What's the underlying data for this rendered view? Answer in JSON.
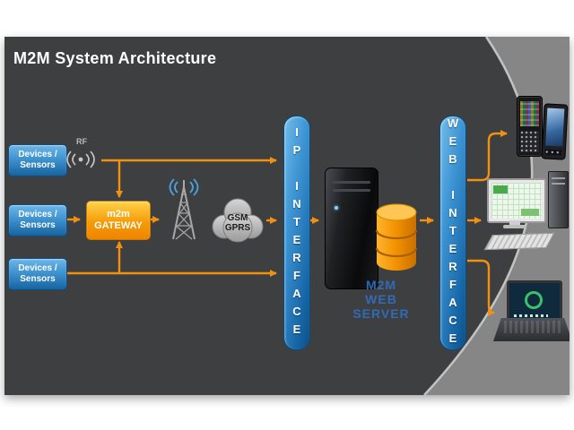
{
  "title": "M2M System Architecture",
  "device_boxes": [
    {
      "line1": "Devices /",
      "line2": "Sensors"
    },
    {
      "line1": "Devices /",
      "line2": "Sensors"
    },
    {
      "line1": "Devices /",
      "line2": "Sensors"
    }
  ],
  "rf": {
    "label": "RF"
  },
  "gateway": {
    "line1": "m2m",
    "line2": "GATEWAY"
  },
  "cloud": {
    "line1": "GSM",
    "line2": "GPRS"
  },
  "ip_interface": {
    "label": "IP INTERFACE"
  },
  "server_caption": {
    "line1": "M2M",
    "line2": "WEB",
    "line3": "SERVER"
  },
  "web_interface": {
    "label": "WEB INTERFACE"
  },
  "icons": {
    "rf_signal": "radio-waves",
    "cell_tower": "antenna-tower",
    "cloud": "network-cloud",
    "server": "server-tower",
    "database": "database-cylinders",
    "phones": "smartphones",
    "desktop": "desktop-computer",
    "laptop": "laptop-computer"
  },
  "colors": {
    "slide_background": "#3e3f41",
    "swoosh_gray": "#868686",
    "arrow_orange": "#f29111",
    "interface_bar_blue": "#2d85c8",
    "device_box_blue": "#3f93cf",
    "gateway_orange": "#f59b07",
    "server_caption_blue": "#2e6fc0",
    "title_white": "#ffffff"
  }
}
